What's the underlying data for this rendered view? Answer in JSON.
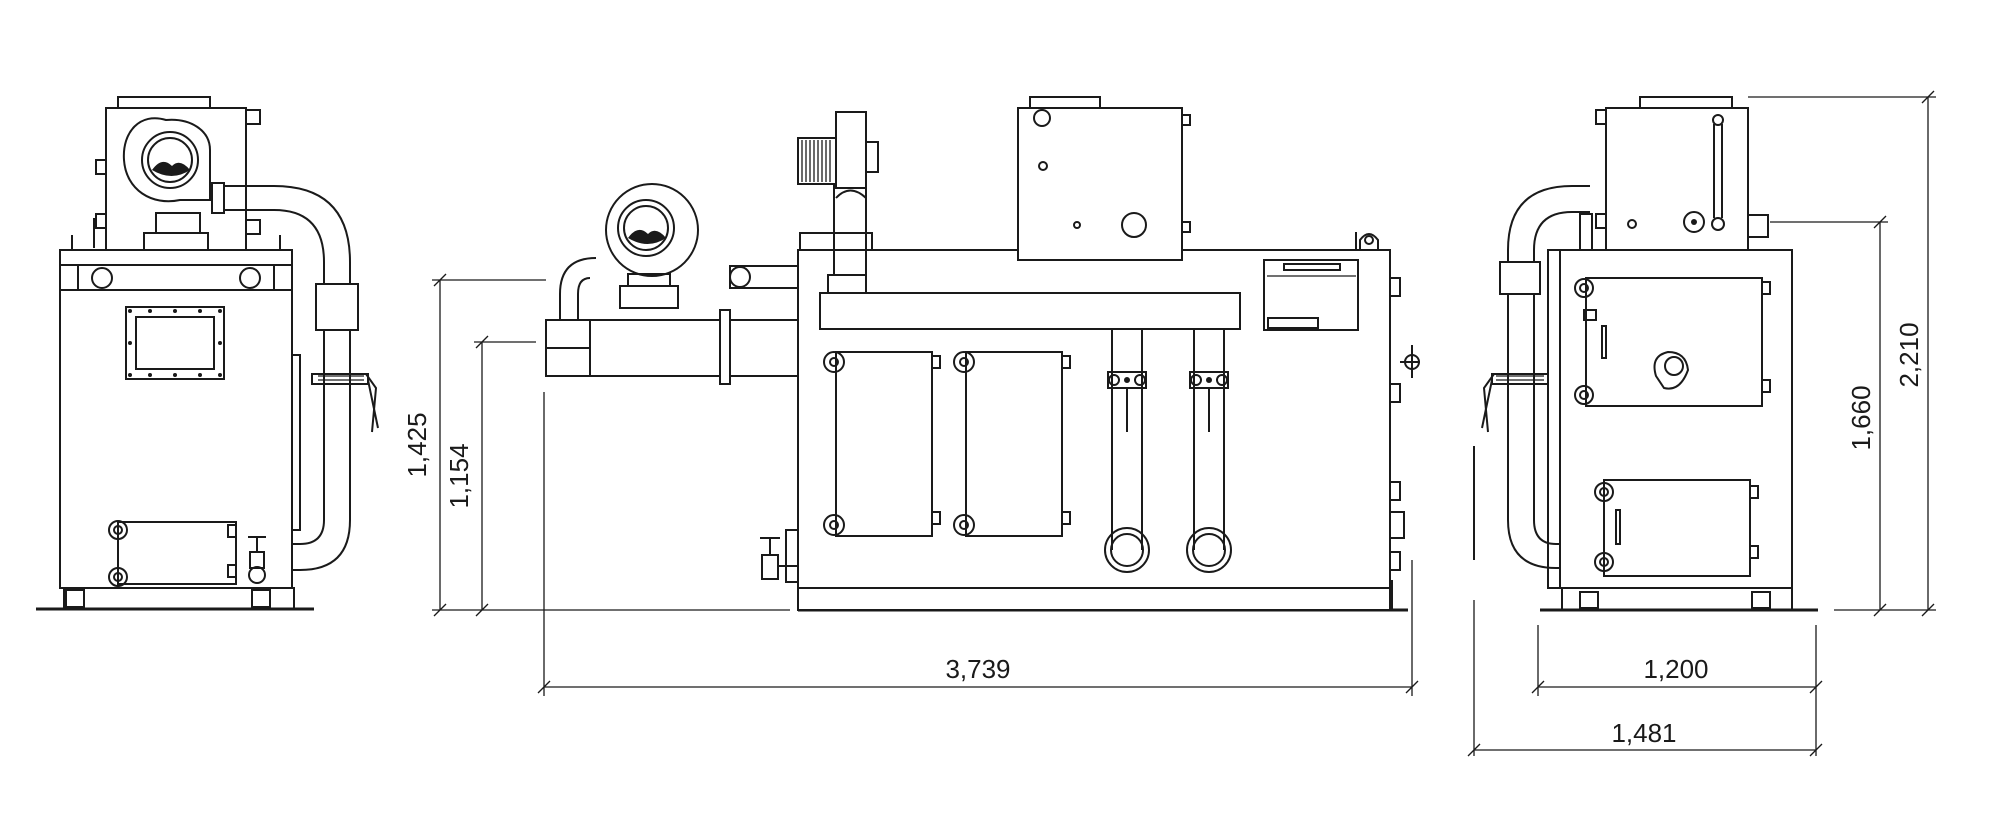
{
  "dimensions": {
    "side_height_upper": "1,425",
    "side_height_lower": "1,154",
    "total_length": "3,739",
    "rear_height_body": "1,660",
    "rear_height_total": "2,210",
    "rear_width_body": "1,200",
    "rear_width_total": "1,481"
  },
  "colors": {
    "line": "#1a1a1a",
    "background": "#ffffff"
  },
  "icons": [
    "blower-fan-icon",
    "gate-valve-icon",
    "pressure-gauge-icon",
    "lifting-lug-icon"
  ]
}
